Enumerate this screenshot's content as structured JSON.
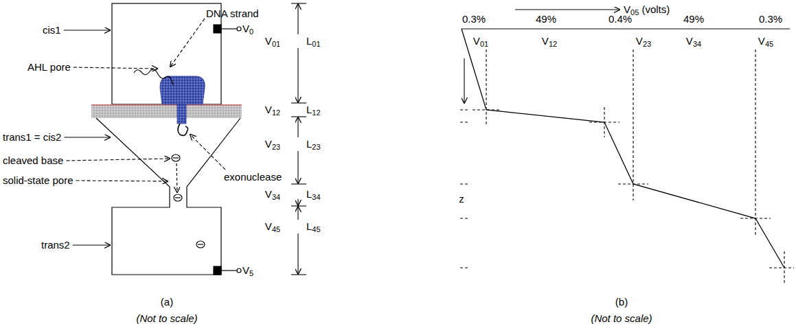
{
  "diagram": {
    "labels": [
      "DNA strand",
      "V0",
      "cis1",
      "AHL pore",
      "V01",
      "L01",
      "V12",
      "L12",
      "trans1 = cis2",
      "V23",
      "L23",
      "cleaved base",
      "exonuclease",
      "solid-state pore",
      "V34",
      "L34",
      "trans2",
      "V45",
      "L45",
      "V5",
      "(a)",
      "(Not to scale)",
      "V05 (volts)",
      "0.3%",
      "49%",
      "0.4%",
      "49%",
      "0.3%",
      "V01",
      "V12",
      "V23",
      "V34",
      "V45",
      "z",
      "(b)",
      "(Not to scale)"
    ]
  }
}
